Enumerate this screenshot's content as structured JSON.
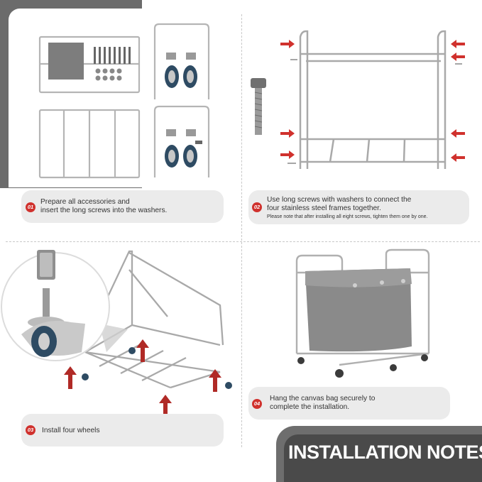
{
  "steps": [
    {
      "number": "01",
      "text_line1": "Prepare all accessories and",
      "text_line2": "insert the long screws into the washers."
    },
    {
      "number": "02",
      "text_line1": "Use long screws with washers to connect the",
      "text_line2": "four stainless steel frames together.",
      "note": "Please note that after installing all eight screws, tighten them one by one."
    },
    {
      "number": "03",
      "text_line1": "Install four wheels"
    },
    {
      "number": "04",
      "text_line1": "Hang the canvas bag securely to",
      "text_line2": "complete the installation."
    }
  ],
  "footer": {
    "title": "INSTALLATION NOTES"
  },
  "colors": {
    "accent": "#d0312d",
    "card": "#ebebeb",
    "frame": "#6b6b6b",
    "footer": "#4a4a4a",
    "canvas": "#8a8a8a"
  }
}
